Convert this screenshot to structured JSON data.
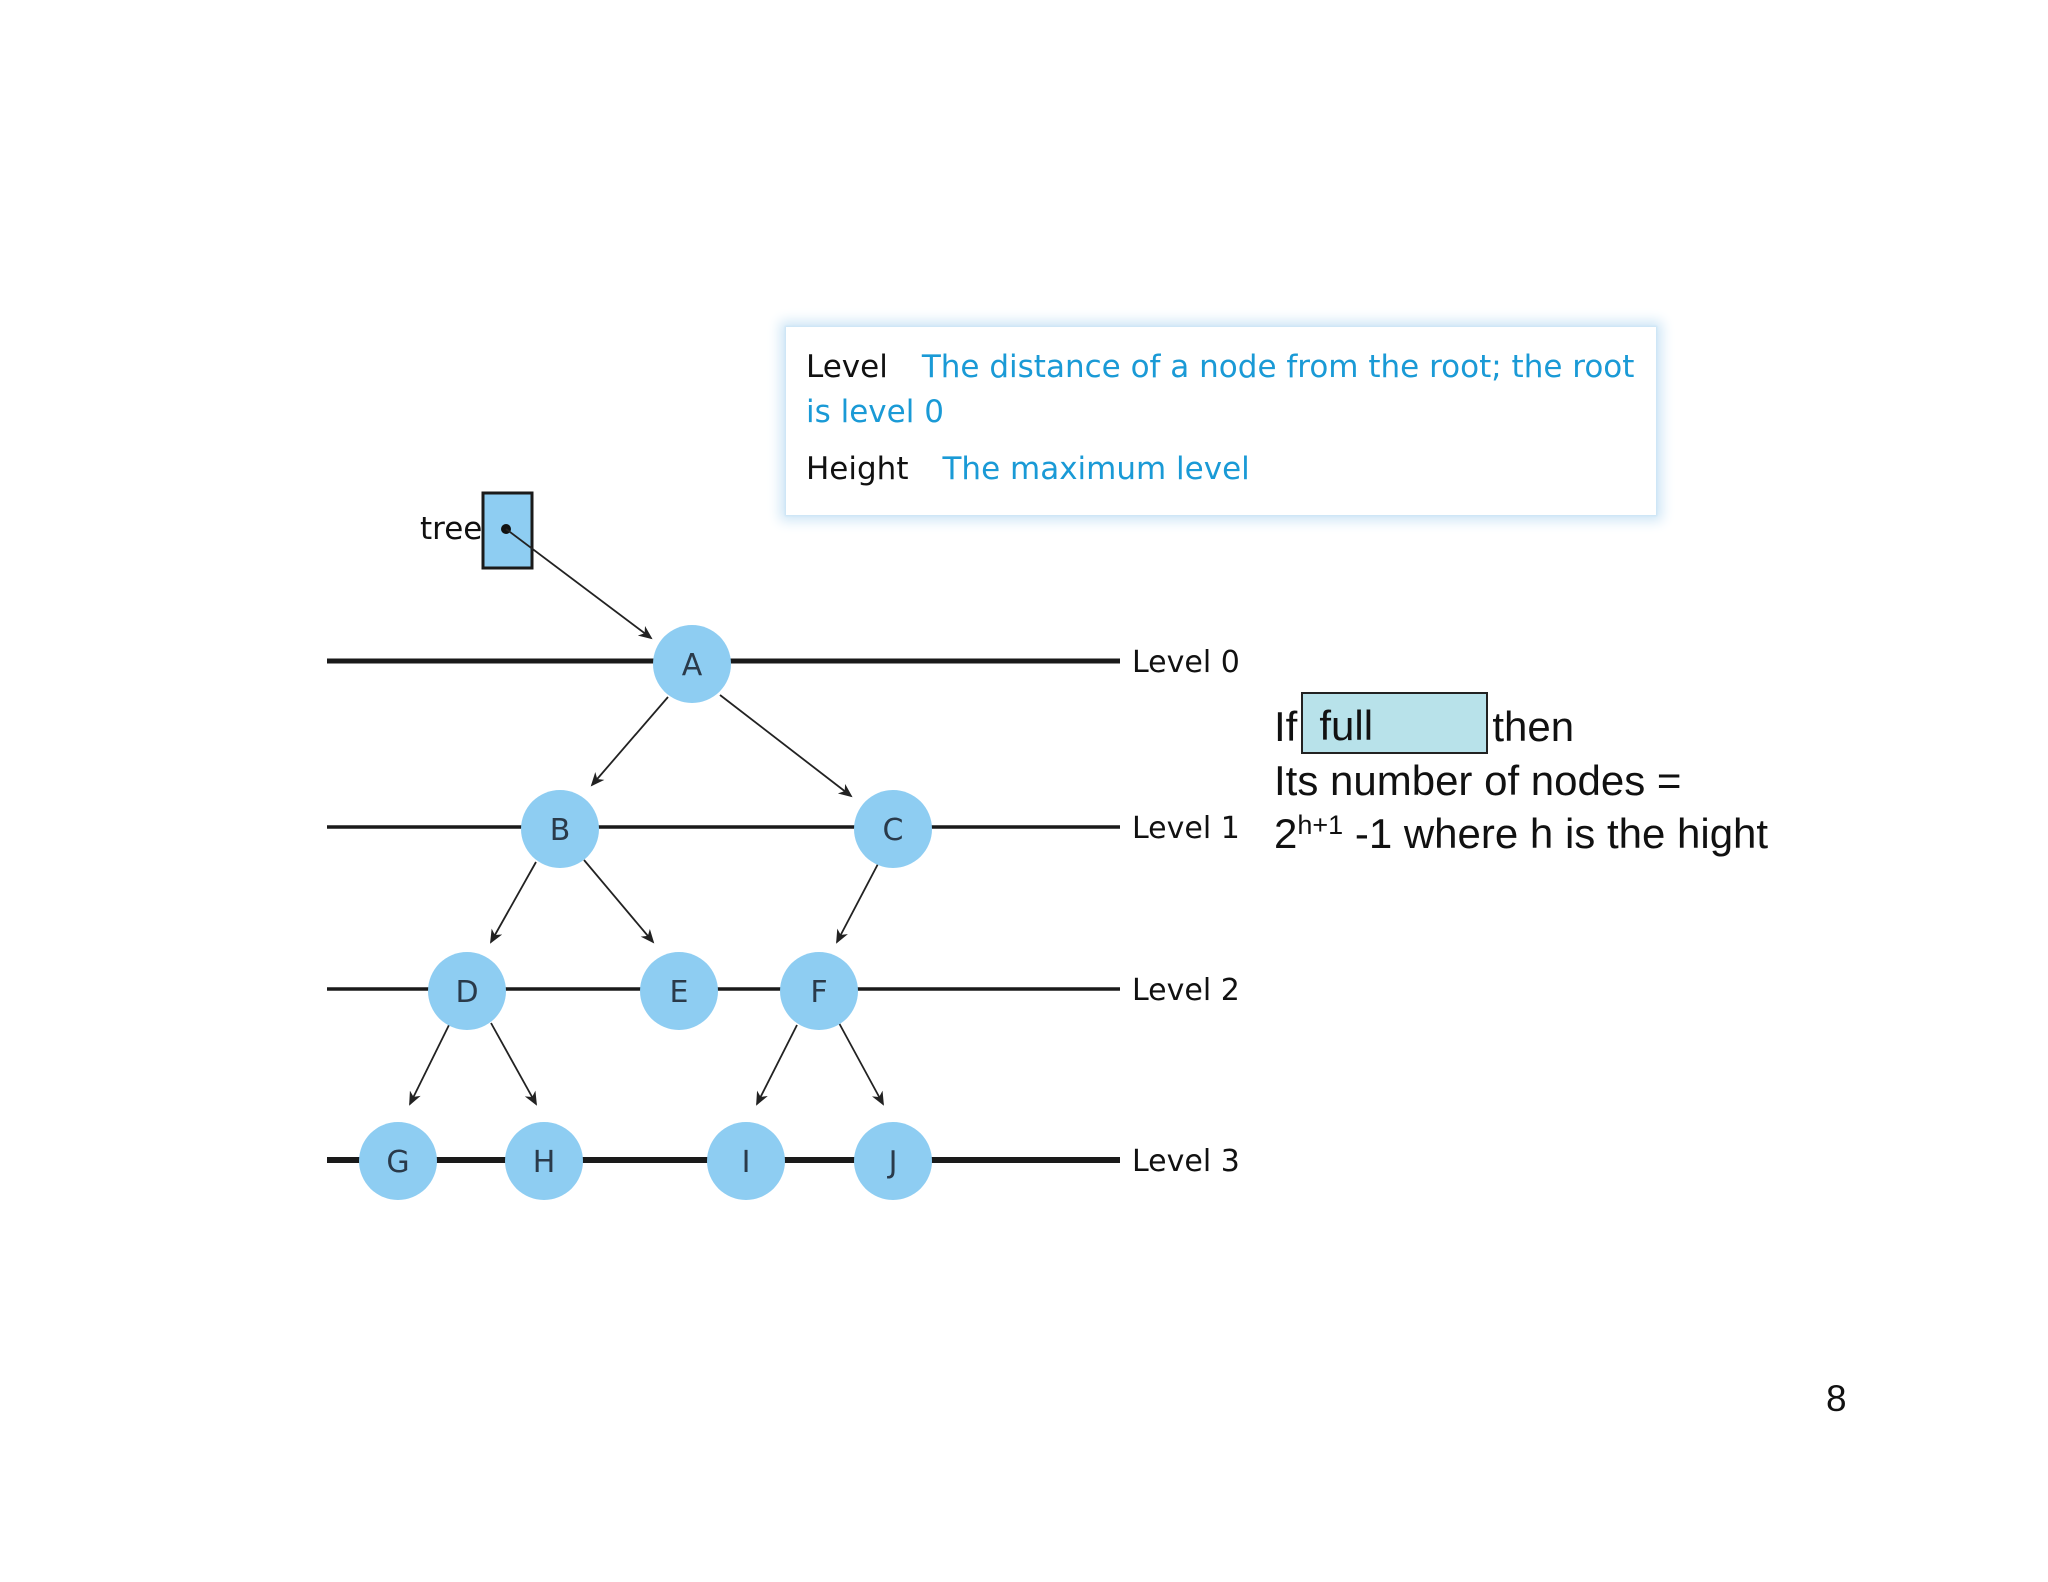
{
  "definitions": [
    {
      "term": "Level",
      "text": "The distance of a node from the root; the root is level 0"
    },
    {
      "term": "Height",
      "text": "The maximum level"
    }
  ],
  "pointer_label": "tree",
  "levels": [
    "Level 0",
    "Level 1",
    "Level 2",
    "Level 3"
  ],
  "nodes": [
    "A",
    "B",
    "C",
    "D",
    "E",
    "F",
    "G",
    "H",
    "I",
    "J"
  ],
  "formula": {
    "if_text": "If",
    "box_text": "full",
    "then_text": "then",
    "line2": "Its number of nodes =",
    "base": "2",
    "exponent": "h+1",
    "line3_rest": " -1 where h is the hight"
  },
  "page_number": "8",
  "colors": {
    "node_fill": "#8ecdf2",
    "definition_text": "#1a9ad6",
    "full_box_fill": "#b8e2ea",
    "pointer_box_fill": "#8ecdf2"
  }
}
